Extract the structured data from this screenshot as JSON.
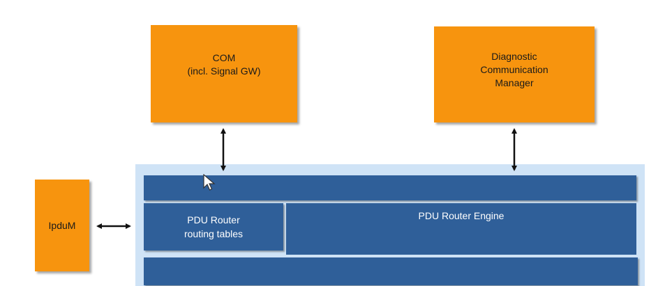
{
  "com": {
    "line1": "COM",
    "line2": "(incl. Signal GW)"
  },
  "dcm": {
    "line1": "Diagnostic",
    "line2": "Communication",
    "line3": "Manager"
  },
  "ipdum": {
    "label": "IpduM"
  },
  "pdu_router": {
    "routing_tables": {
      "line1": "PDU Router",
      "line2": "routing tables"
    },
    "engine": {
      "label": "PDU Router Engine"
    }
  },
  "colors": {
    "module_orange": "#f7940e",
    "router_blue": "#2f5f99",
    "frame_light_blue": "#cfe3f6"
  },
  "icons": {
    "cursor": "mouse-pointer-icon",
    "arrows": "double-headed-arrow-icon"
  }
}
